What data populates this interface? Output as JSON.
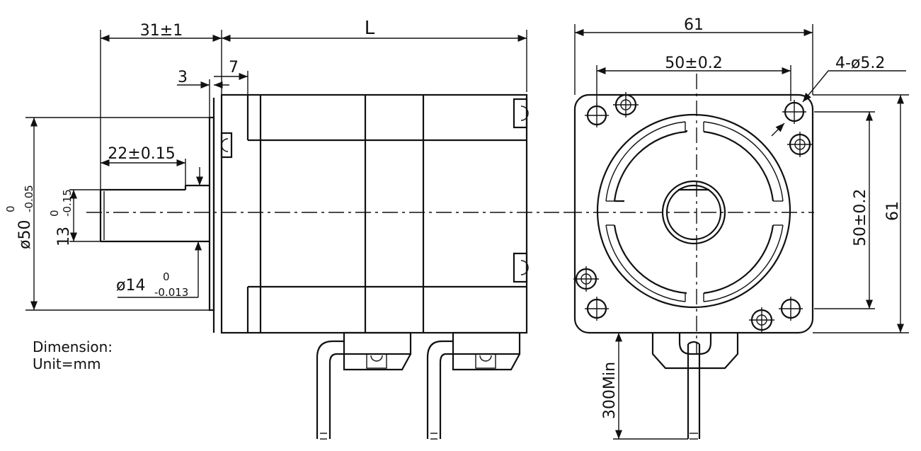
{
  "side_view": {
    "shaft_length_label": "31±1",
    "body_length_label": "L",
    "flange_thickness_label": "3",
    "front_offset_label": "7",
    "flat_length_label": "22±0.15",
    "pilot_diameter_label": "ø50",
    "pilot_tol_upper": "0",
    "pilot_tol_lower": "-0.05",
    "flat_height_label": "13",
    "flat_tol_upper": "0",
    "flat_tol_lower": "-0.15",
    "shaft_diameter_label": "ø14",
    "shaft_tol_upper": "0",
    "shaft_tol_lower": "-0.013"
  },
  "front_view": {
    "width_label": "61",
    "hole_spacing_h_label": "50±0.2",
    "holes_label": "4-ø5.2",
    "hole_spacing_v_label": "50±0.2",
    "height_label": "61",
    "lead_length_label": "300Min"
  },
  "notes": {
    "line1": "Dimension:",
    "line2": "Unit=mm"
  }
}
